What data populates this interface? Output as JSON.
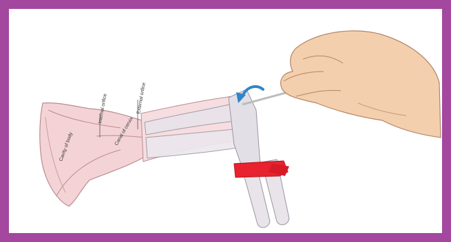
{
  "colors": {
    "border": "#a4479f",
    "uterus_fill": "#f4d3d6",
    "uterus_stroke": "#b98c91",
    "speculum_fill": "#e8e4ea",
    "speculum_stroke": "#9c93a2",
    "strap": "#e8222e",
    "skin": "#f3cfae",
    "skin_stroke": "#b48566",
    "arrow": "#2d86c9",
    "swab": "#f2f2f2"
  },
  "labels": {
    "cavity_of_body": "Cavity of body",
    "internal_orifice": "Internal orifice",
    "external_orifice": "External orifice",
    "canal_of_cervix": "Canal of cervix"
  }
}
